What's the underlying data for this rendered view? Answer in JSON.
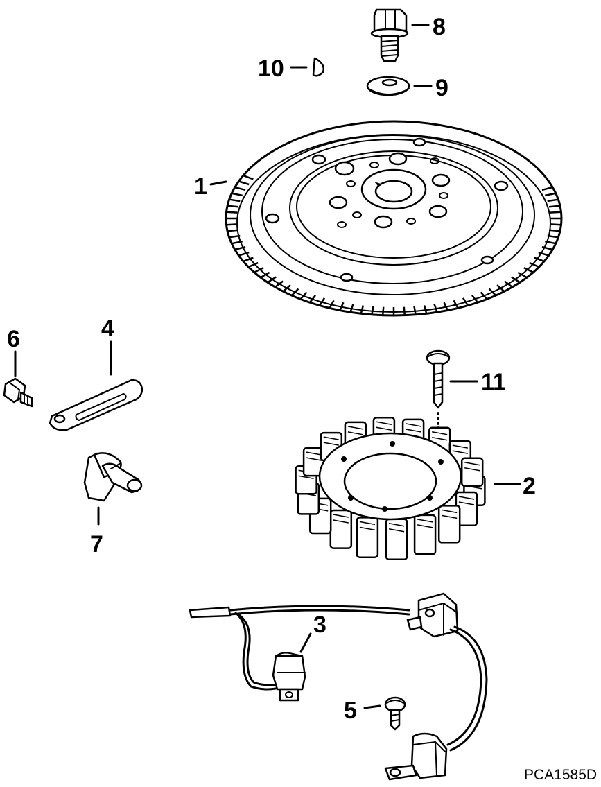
{
  "figure_code": "PCA1585D",
  "callouts": {
    "c1": "1",
    "c2": "2",
    "c3": "3",
    "c4": "4",
    "c5": "5",
    "c6": "6",
    "c7": "7",
    "c8": "8",
    "c9": "9",
    "c10": "10",
    "c11": "11"
  }
}
